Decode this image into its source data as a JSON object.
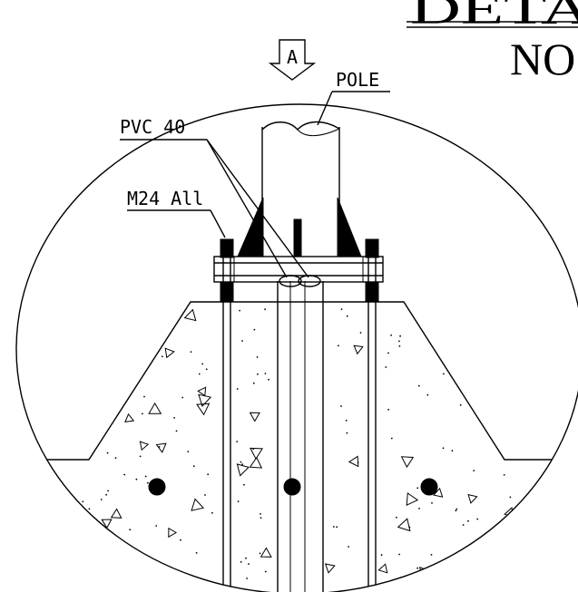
{
  "title": {
    "line1": "DETA",
    "line2": "NO"
  },
  "view_marker": {
    "letter": "A"
  },
  "labels": {
    "pole": "POLE",
    "pvc": "PVC 40",
    "bolt": "M24 All"
  },
  "colors": {
    "ink": "#000000",
    "paper": "#ffffff"
  }
}
